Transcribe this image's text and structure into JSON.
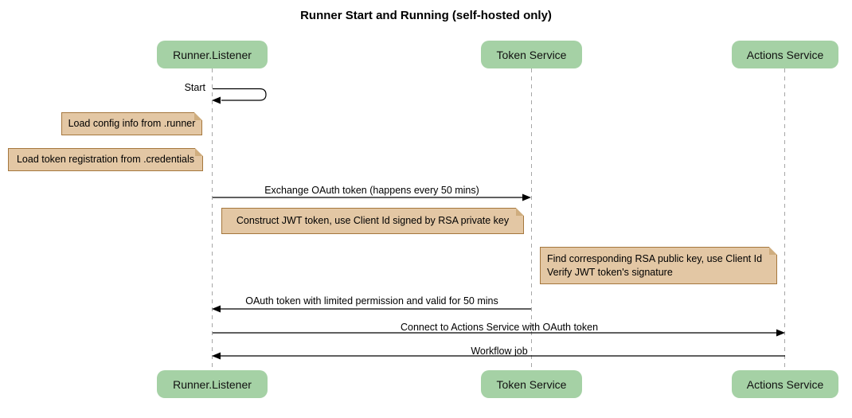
{
  "title": "Runner Start and Running (self-hosted only)",
  "participants": [
    {
      "name": "Runner.Listener"
    },
    {
      "name": "Token Service"
    },
    {
      "name": "Actions Service"
    }
  ],
  "messages": [
    {
      "label": "Start",
      "from": "Runner.Listener",
      "to": "Runner.Listener",
      "type": "self"
    },
    {
      "label": "Exchange OAuth token (happens every 50 mins)",
      "from": "Runner.Listener",
      "to": "Token Service",
      "type": "arrow"
    },
    {
      "label": "OAuth token with limited permission and valid for 50 mins",
      "from": "Token Service",
      "to": "Runner.Listener",
      "type": "arrow"
    },
    {
      "label": "Connect to Actions Service with OAuth token",
      "from": "Runner.Listener",
      "to": "Actions Service",
      "type": "arrow"
    },
    {
      "label": "Workflow job",
      "from": "Actions Service",
      "to": "Runner.Listener",
      "type": "arrow"
    }
  ],
  "notes": [
    {
      "text": "Load config info from .runner"
    },
    {
      "text": "Load token registration from .credentials"
    },
    {
      "text": "Construct JWT token, use Client Id signed by RSA private key"
    },
    {
      "text": "Find corresponding RSA public key, use Client Id\nVerify JWT token's signature"
    }
  ],
  "colors": {
    "participant_fill": "#A5D1A5",
    "note_fill": "#E3C7A4",
    "note_border": "#A5773D",
    "lifeline": "#A6A6A6",
    "arrow": "#000000",
    "background": "#FFFFFF",
    "text": "#000000"
  }
}
